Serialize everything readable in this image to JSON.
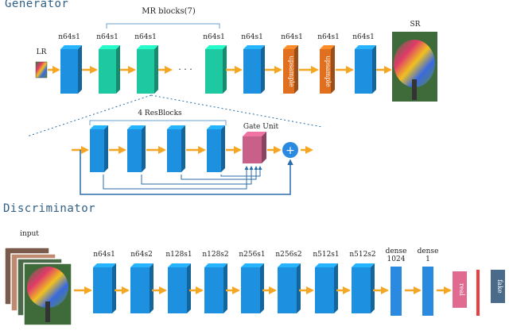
{
  "generator": {
    "title": "Generator",
    "mr_blocks_label": "MR blocks(7)",
    "lr_label": "LR",
    "sr_label": "SR",
    "layer_labels": [
      "n64s1",
      "n64s1",
      "n64s1",
      "n64s1",
      "n64s1",
      "n64s1",
      "n64s1",
      "n64s1"
    ],
    "upsample_label": "upsample",
    "ellipsis": ". . .",
    "resblocks_label": "4 ResBlocks",
    "gate_unit_label": "Gate Unit",
    "sum_symbol": "+"
  },
  "discriminator": {
    "title": "Discriminator",
    "input_label": "input",
    "layer_labels": [
      "n64s1",
      "n64s2",
      "n128s1",
      "n128s2",
      "n256s1",
      "n256s2",
      "n512s1",
      "n512s2"
    ],
    "dense1_label": "dense\n1024",
    "dense2_label": "dense\n1",
    "real_label": "real",
    "fake_label": "fake"
  },
  "colors": {
    "blue_block": "#1e90e0",
    "teal_block": "#1ec8a0",
    "orange_block": "#e07020",
    "pink_gate": "#c8608a",
    "arrow": "#f5a623",
    "line_blue": "#2a6ea8",
    "title_blue": "#2f5f86",
    "fake_box": "#4a6c8a",
    "red_bar": "#e84040",
    "real_box": "#e06a90"
  },
  "icons": [
    "low-res-thumbnail",
    "sr-output-image",
    "sum-node-icon",
    "stacked-input-images"
  ]
}
